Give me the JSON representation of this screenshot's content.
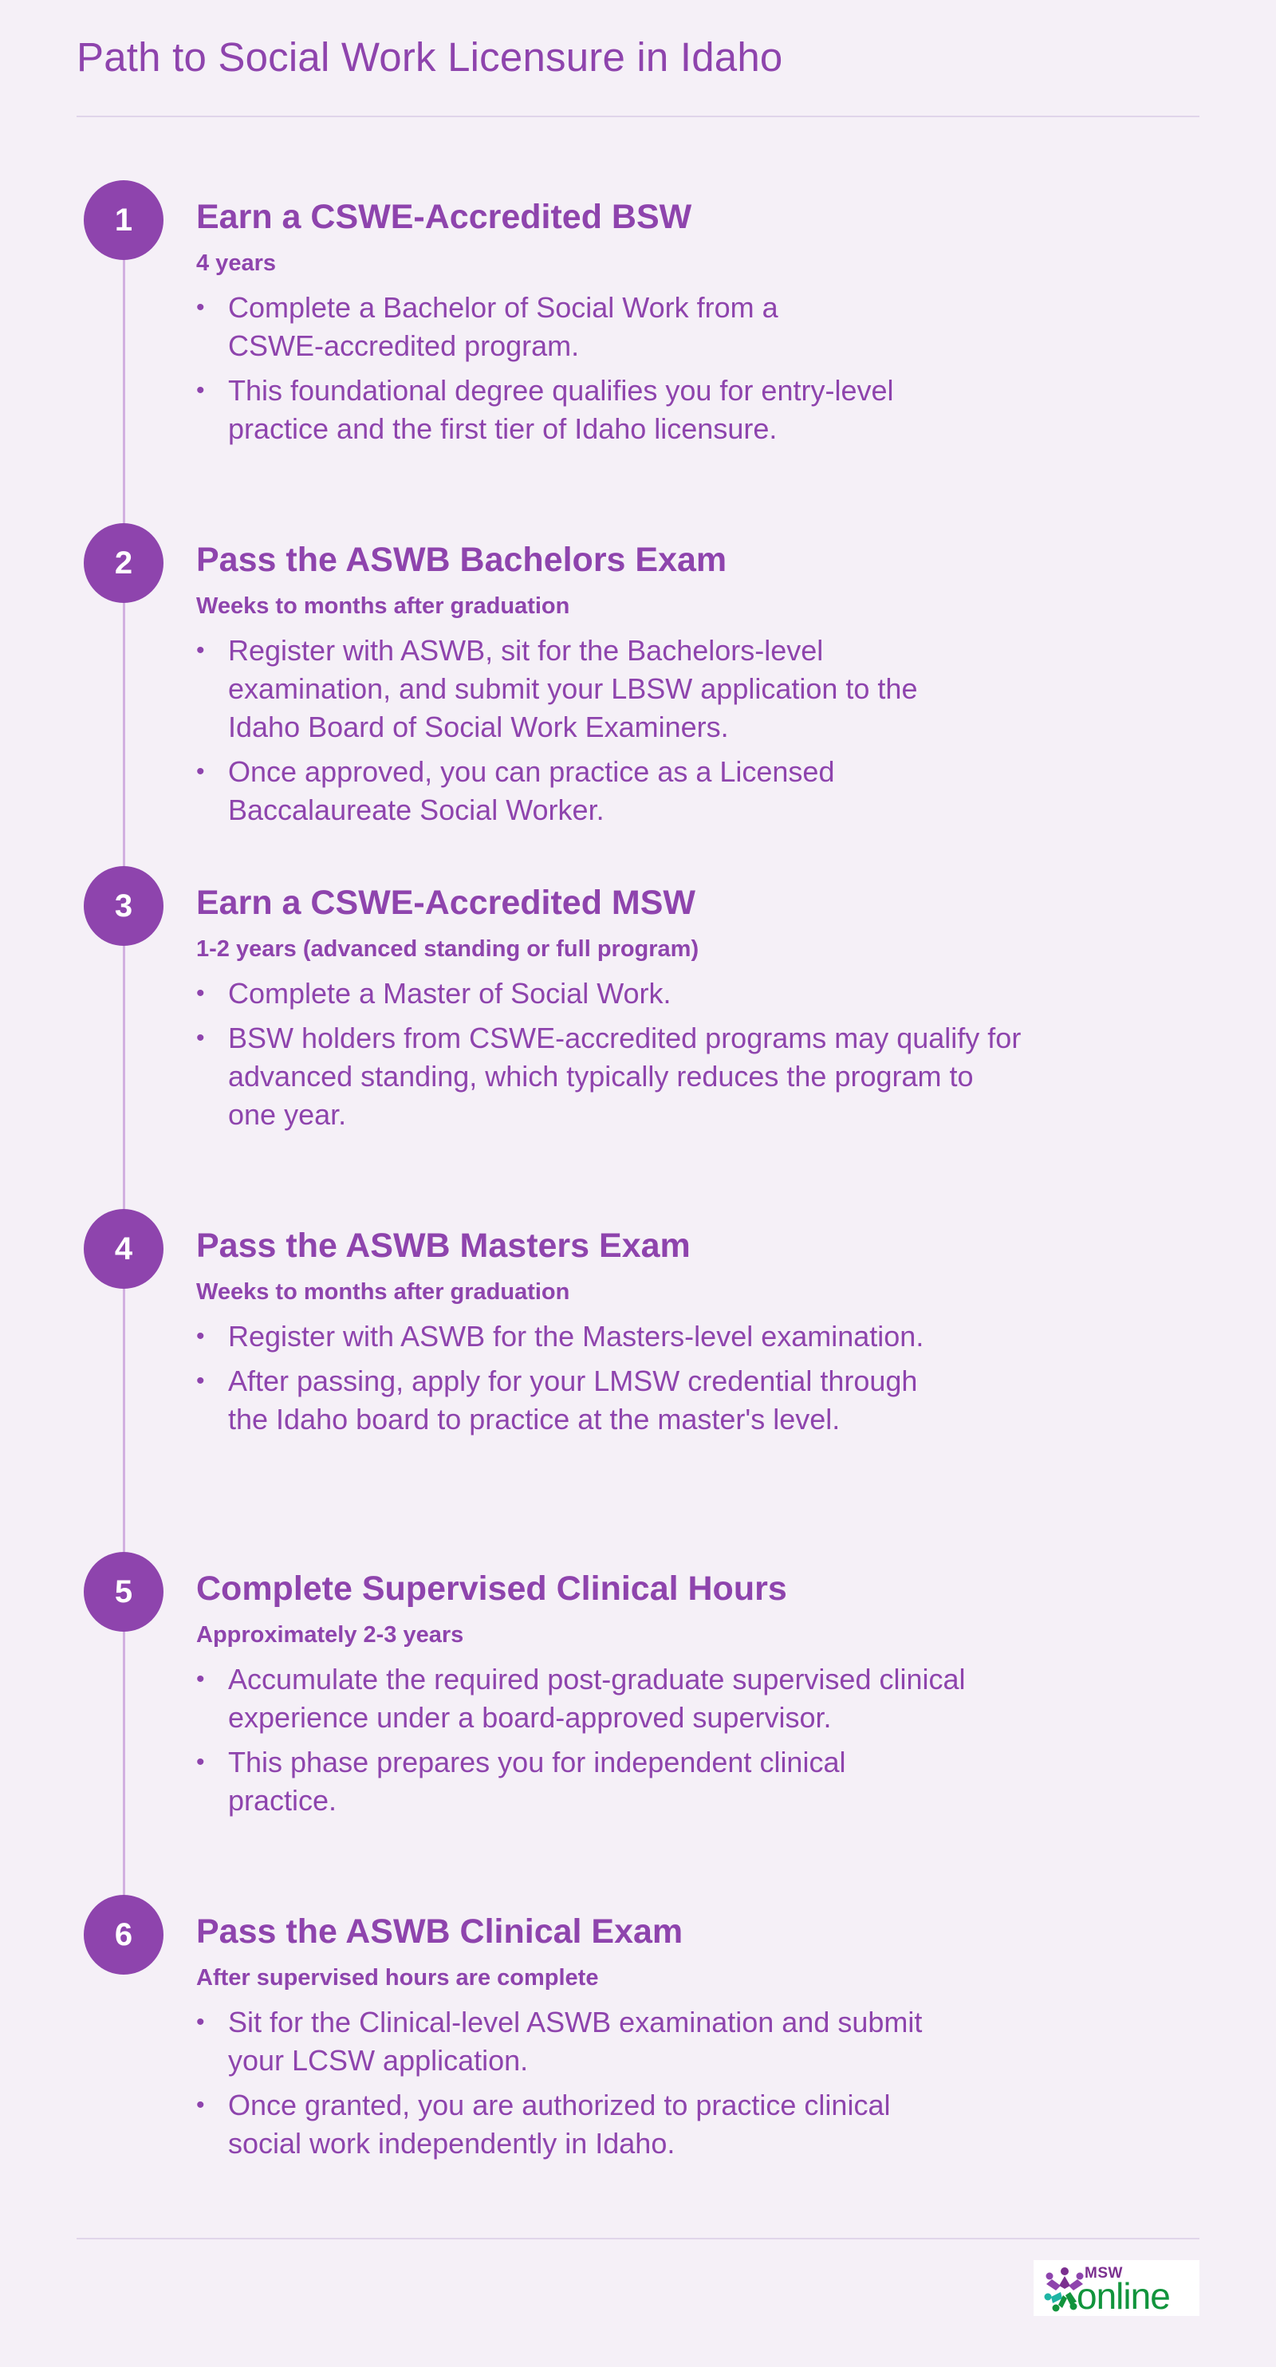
{
  "page": {
    "title": "Path to Social Work Licensure in Idaho"
  },
  "steps": [
    {
      "number": "1",
      "title": "Earn a CSWE-Accredited BSW",
      "duration": "4 years",
      "bullets": [
        "Complete a Bachelor of Social Work from a CSWE-accredited program.",
        "This foundational degree qualifies you for entry-level practice and the first tier of Idaho licensure."
      ]
    },
    {
      "number": "2",
      "title": "Pass the ASWB Bachelors Exam",
      "duration": "Weeks to months after graduation",
      "bullets": [
        "Register with ASWB, sit for the Bachelors-level examination, and submit your LBSW application to the Idaho Board of Social Work Examiners.",
        "Once approved, you can practice as a Licensed Baccalaureate Social Worker."
      ]
    },
    {
      "number": "3",
      "title": "Earn a CSWE-Accredited MSW",
      "duration": "1-2 years (advanced standing or full program)",
      "bullets": [
        "Complete a Master of Social Work.",
        "BSW holders from CSWE-accredited programs may qualify for advanced standing, which typically reduces the program to one year."
      ]
    },
    {
      "number": "4",
      "title": "Pass the ASWB Masters Exam",
      "duration": "Weeks to months after graduation",
      "bullets": [
        "Register with ASWB for the Masters-level examination.",
        "After passing, apply for your LMSW credential through the Idaho board to practice at the master's level."
      ]
    },
    {
      "number": "5",
      "title": "Complete Supervised Clinical Hours",
      "duration": "Approximately 2-3 years",
      "bullets": [
        "Accumulate the required post-graduate supervised clinical experience under a board-approved supervisor.",
        "This phase prepares you for independent clinical practice."
      ]
    },
    {
      "number": "6",
      "title": "Pass the ASWB Clinical Exam",
      "duration": "After supervised hours are complete",
      "bullets": [
        "Sit for the Clinical-level ASWB examination and submit your LCSW application.",
        "Once granted, you are authorized to practice clinical social work independently in Idaho."
      ]
    }
  ],
  "logo": {
    "line1": "MSW",
    "line2": "online",
    "icon": "star-people-logo-icon"
  },
  "colors": {
    "accent": "#8e44ad",
    "timeline": "#d2b0e0",
    "background": "#f5f0f7",
    "logo_green": "#11943c",
    "logo_purple": "#7b2f8f",
    "logo_teal": "#1fb5a5"
  }
}
